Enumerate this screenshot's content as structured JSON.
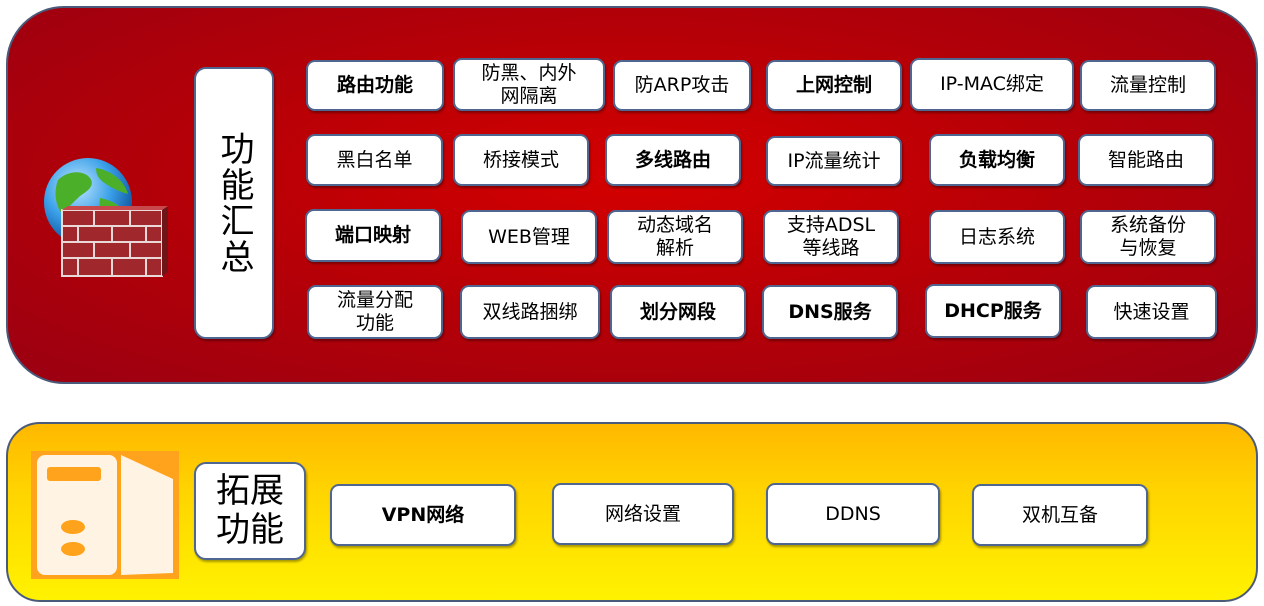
{
  "top_section": {
    "title": "功能汇总",
    "features": [
      {
        "label": "路由功能",
        "bold": true
      },
      {
        "label": "防黑、内外\n网隔离",
        "bold": false
      },
      {
        "label": "防ARP攻击",
        "bold": false
      },
      {
        "label": "上网控制",
        "bold": true
      },
      {
        "label": "IP-MAC绑定",
        "bold": false
      },
      {
        "label": "流量控制",
        "bold": false
      },
      {
        "label": "黑白名单",
        "bold": false
      },
      {
        "label": "桥接模式",
        "bold": false
      },
      {
        "label": "多线路由",
        "bold": true
      },
      {
        "label": "IP流量统计",
        "bold": false
      },
      {
        "label": "负载均衡",
        "bold": true
      },
      {
        "label": "智能路由",
        "bold": false
      },
      {
        "label": "端口映射",
        "bold": true
      },
      {
        "label": "WEB管理",
        "bold": false
      },
      {
        "label": "动态域名\n解析",
        "bold": false
      },
      {
        "label": "支持ADSL\n等线路",
        "bold": false
      },
      {
        "label": "日志系统",
        "bold": false
      },
      {
        "label": "系统备份\n与恢复",
        "bold": false
      },
      {
        "label": "流量分配\n功能",
        "bold": false
      },
      {
        "label": "双线路捆绑",
        "bold": false
      },
      {
        "label": "划分网段",
        "bold": true
      },
      {
        "label": "DNS服务",
        "bold": true
      },
      {
        "label": "DHCP服务",
        "bold": true
      },
      {
        "label": "快速设置",
        "bold": false
      }
    ]
  },
  "bottom_section": {
    "title": "拓展\n功能",
    "features": [
      {
        "label": "VPN网络",
        "bold": true
      },
      {
        "label": "网络设置",
        "bold": false
      },
      {
        "label": "DDNS",
        "bold": false
      },
      {
        "label": "双机互备",
        "bold": false
      }
    ]
  },
  "icons": {
    "top": "globe-firewall-icon",
    "bottom": "server-icon"
  },
  "colors": {
    "top_panel": "#c00000",
    "bottom_panel": "#ffd800",
    "box_border": "#4f6691"
  }
}
